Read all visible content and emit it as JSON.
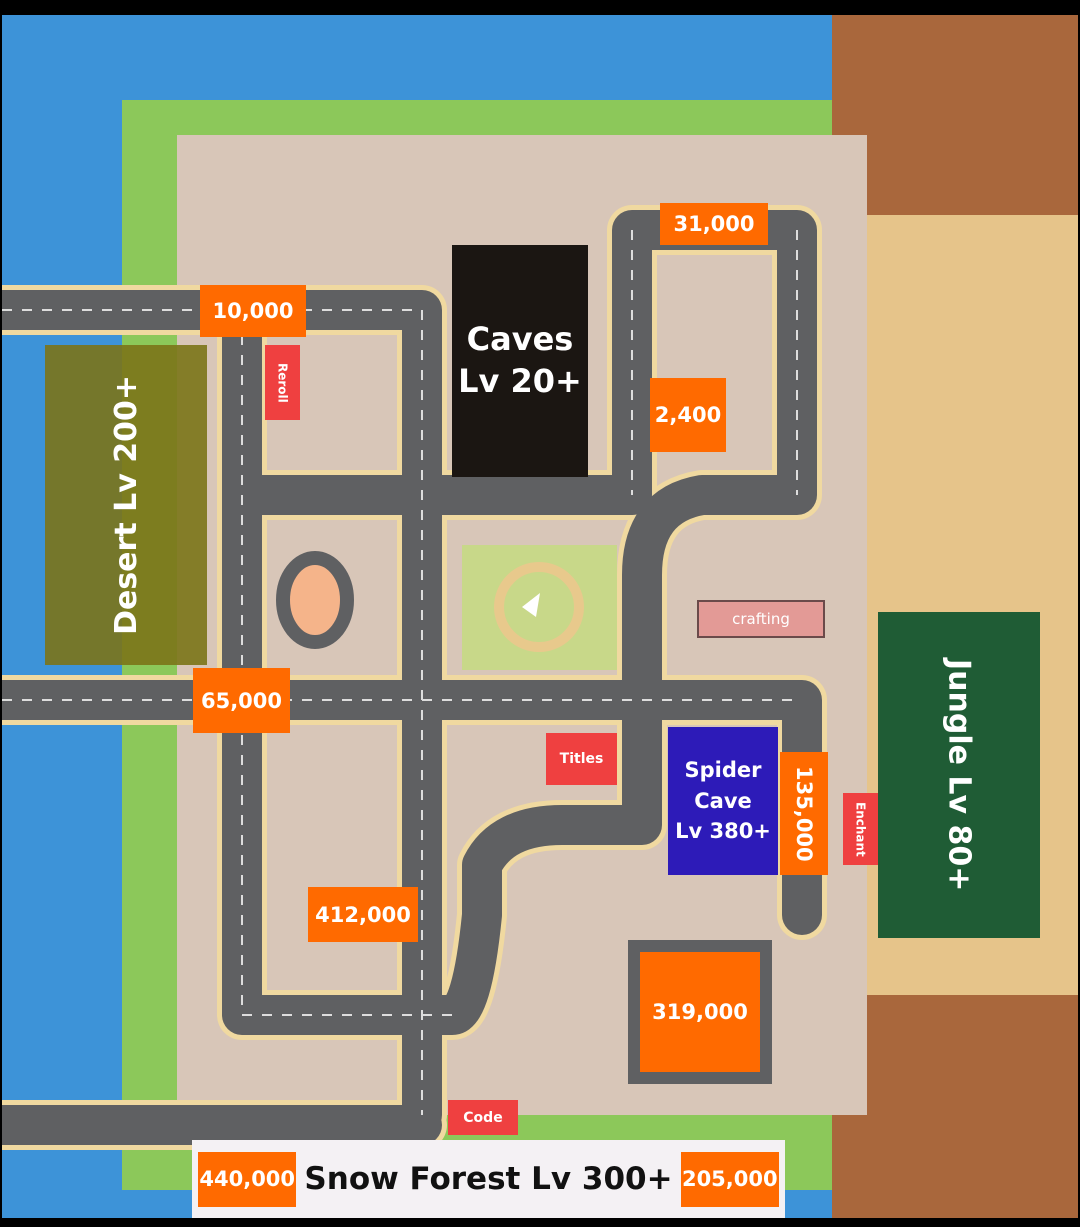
{
  "colors": {
    "water": "#3d93d8",
    "grass": "#8cc85a",
    "plaza": "#d8c6b8",
    "road": "#5f6062",
    "sand": "#e6c48a",
    "cliff": "#a9673c",
    "price_tag": "#ff6a00",
    "shop_tag": "#ef4040",
    "caves": "#1b1612",
    "desert": "#7b7418",
    "jungle": "#1f5c35",
    "spider_cave": "#2d1bb8",
    "crafting": "#e39a96"
  },
  "zones": {
    "caves": {
      "line1": "Caves",
      "line2": "Lv 20+"
    },
    "desert": "Desert Lv 200+",
    "jungle": "Jungle Lv 80+",
    "spider_cave": {
      "line1": "Spider",
      "line2": "Cave",
      "line3": "Lv 380+"
    },
    "snow_forest": "Snow Forest Lv 300+"
  },
  "prices": {
    "p10000": "10,000",
    "p31000": "31,000",
    "p2400": "2,400",
    "p65000": "65,000",
    "p135000": "135,000",
    "p412000": "412,000",
    "p319000": "319,000",
    "p440000": "440,000",
    "p205000": "205,000"
  },
  "shops": {
    "reroll": "Reroll",
    "crafting": "crafting",
    "titles": "Titles",
    "enchant": "Enchant",
    "code": "Code"
  },
  "icons": {
    "player_marker": "arrow-marker-icon"
  }
}
